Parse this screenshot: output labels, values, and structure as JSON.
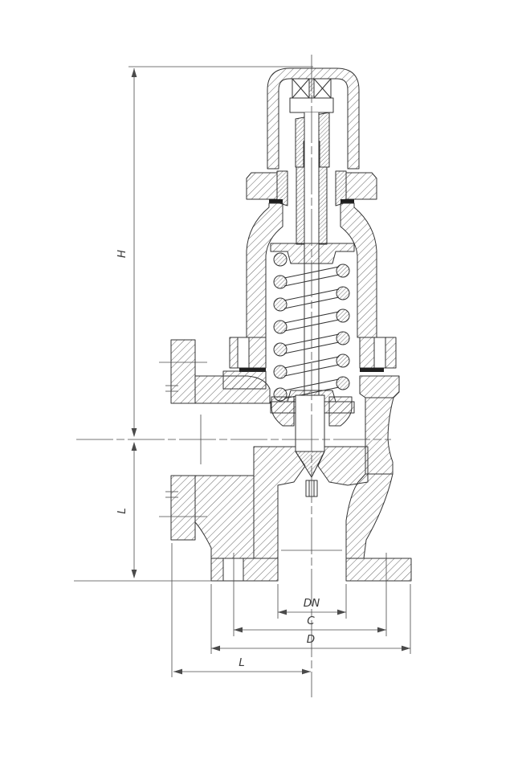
{
  "drawing": {
    "colors": {
      "line": "#333333",
      "dimension": "#4a4a4a",
      "background": "#ffffff"
    },
    "dimension_labels": {
      "overall_height": "H",
      "centerline_to_bottom": "L",
      "nominal_bore": "DN",
      "bolt_circle": "C",
      "flange_outer_diameter": "D",
      "face_to_centerline": "L"
    }
  }
}
